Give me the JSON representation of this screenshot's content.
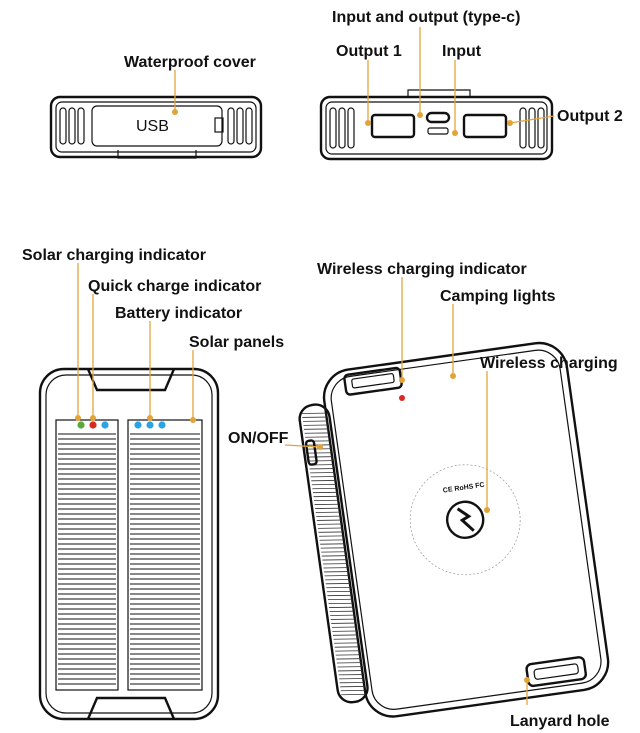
{
  "colors": {
    "leader": "#e3a33b",
    "green": "#5aa83a",
    "red": "#d62a22",
    "blue": "#2aa3e6",
    "outline": "#111111"
  },
  "labels": {
    "input_output_typec": "Input and output (type-c)",
    "output1": "Output 1",
    "input": "Input",
    "output2": "Output 2",
    "waterproof_cover": "Waterproof cover",
    "usb": "USB",
    "solar_charging_indicator": "Solar charging indicator",
    "quick_charge_indicator": "Quick charge indicator",
    "battery_indicator": "Battery indicator",
    "solar_panels": "Solar panels",
    "wireless_charging_indicator": "Wireless charging indicator",
    "camping_lights": "Camping lights",
    "wireless_charging": "Wireless charging",
    "on_off": "ON/OFF",
    "lanyard_hole": "Lanyard hole",
    "rohs": "CE RoHS FC"
  }
}
